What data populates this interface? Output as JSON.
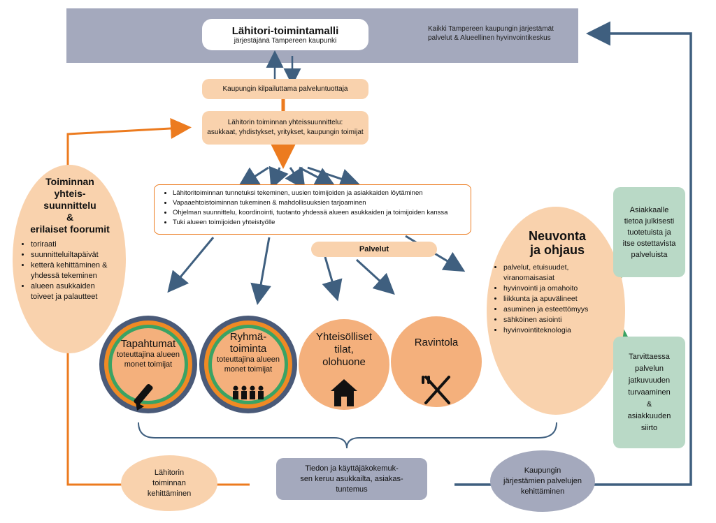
{
  "header": {
    "title": "Lähitori-toimintamalli",
    "subtitle": "järjestäjänä Tampereen kaupunki",
    "right_text_line1": "Kaikki Tampereen kaupungin järjestämät",
    "right_text_line2": "palvelut & Alueellinen hyvinvointikeskus"
  },
  "flow": {
    "provider": "Kaupungin kilpailuttama palveluntuottaja",
    "cocreation_line1": "Lähitorin toiminnan yhteissuunnittelu:",
    "cocreation_line2": "asukkaat, yhdistykset, yritykset, kaupungin toimijat"
  },
  "activities": [
    "Lähitoritoiminnan tunnetuksi tekeminen, uusien toimijoiden ja asiakkaiden löytäminen",
    "Vapaaehtoistoiminnan tukeminen & mahdollisuuksien tarjoaminen",
    "Ohjelman suunnittelu, koordinointi, tuotanto yhdessä alueen asukkaiden ja toimijoiden kanssa",
    "Tuki alueen toimijoiden yhteistyölle"
  ],
  "services_label": "Palvelut",
  "left_panel": {
    "title_lines": [
      "Toiminnan",
      "yhteis-",
      "suunnittelu",
      "&",
      "erilaiset foorumit"
    ],
    "items": [
      "toriraati",
      "suunnitteluiltapäivät",
      "ketterä kehittäminen & yhdessä tekeminen",
      "alueen asukkaiden toiveet ja palautteet"
    ]
  },
  "circles": {
    "events_title": "Tapahtumat",
    "events_sub": "toteuttajina alueen monet toimijat",
    "group_title_1": "Ryhmä-",
    "group_title_2": "toiminta",
    "group_sub": "toteuttajina alueen monet toimijat",
    "spaces_1": "Yhteisölliset",
    "spaces_2": "tilat,",
    "spaces_3": "olohuone",
    "restaurant": "Ravintola"
  },
  "advice": {
    "title_1": "Neuvonta",
    "title_2": "ja ohjaus",
    "items": [
      "palvelut, etuisuudet, viranomaisasiat",
      "hyvinvointi ja omahoito",
      "liikkunta ja apuvälineet",
      "asuminen ja esteettömyys",
      "sähköinen asiointi",
      "hyvinvointiteknologia"
    ]
  },
  "right_boxes": {
    "top": [
      "Asiakkaalle",
      "tietoa julkisesti",
      "tuotetuista ja",
      "itse ostettavista",
      "palveluista"
    ],
    "bottom": [
      "Tarvittaessa",
      "palvelun",
      "jatkuvuuden",
      "turvaaminen",
      "&",
      "asiakkuuden",
      "siirto"
    ]
  },
  "bottom": {
    "left": [
      "Lähitorin",
      "toiminnan",
      "kehittäminen"
    ],
    "middle": [
      "Tiedon ja käyttäjäkokemuk-",
      "sen keruu asukkailta, asiakas-",
      "tuntemus"
    ],
    "right": [
      "Kaupungin",
      "järjestämien palvelujen",
      "kehittäminen"
    ]
  },
  "colors": {
    "slate": "#a4a9bd",
    "peach": "#f9d2ad",
    "orange": "#ec7b1f",
    "navy": "#3f5f7f",
    "green": "#b9d9c6",
    "circle_blue": "#4a5a78"
  }
}
